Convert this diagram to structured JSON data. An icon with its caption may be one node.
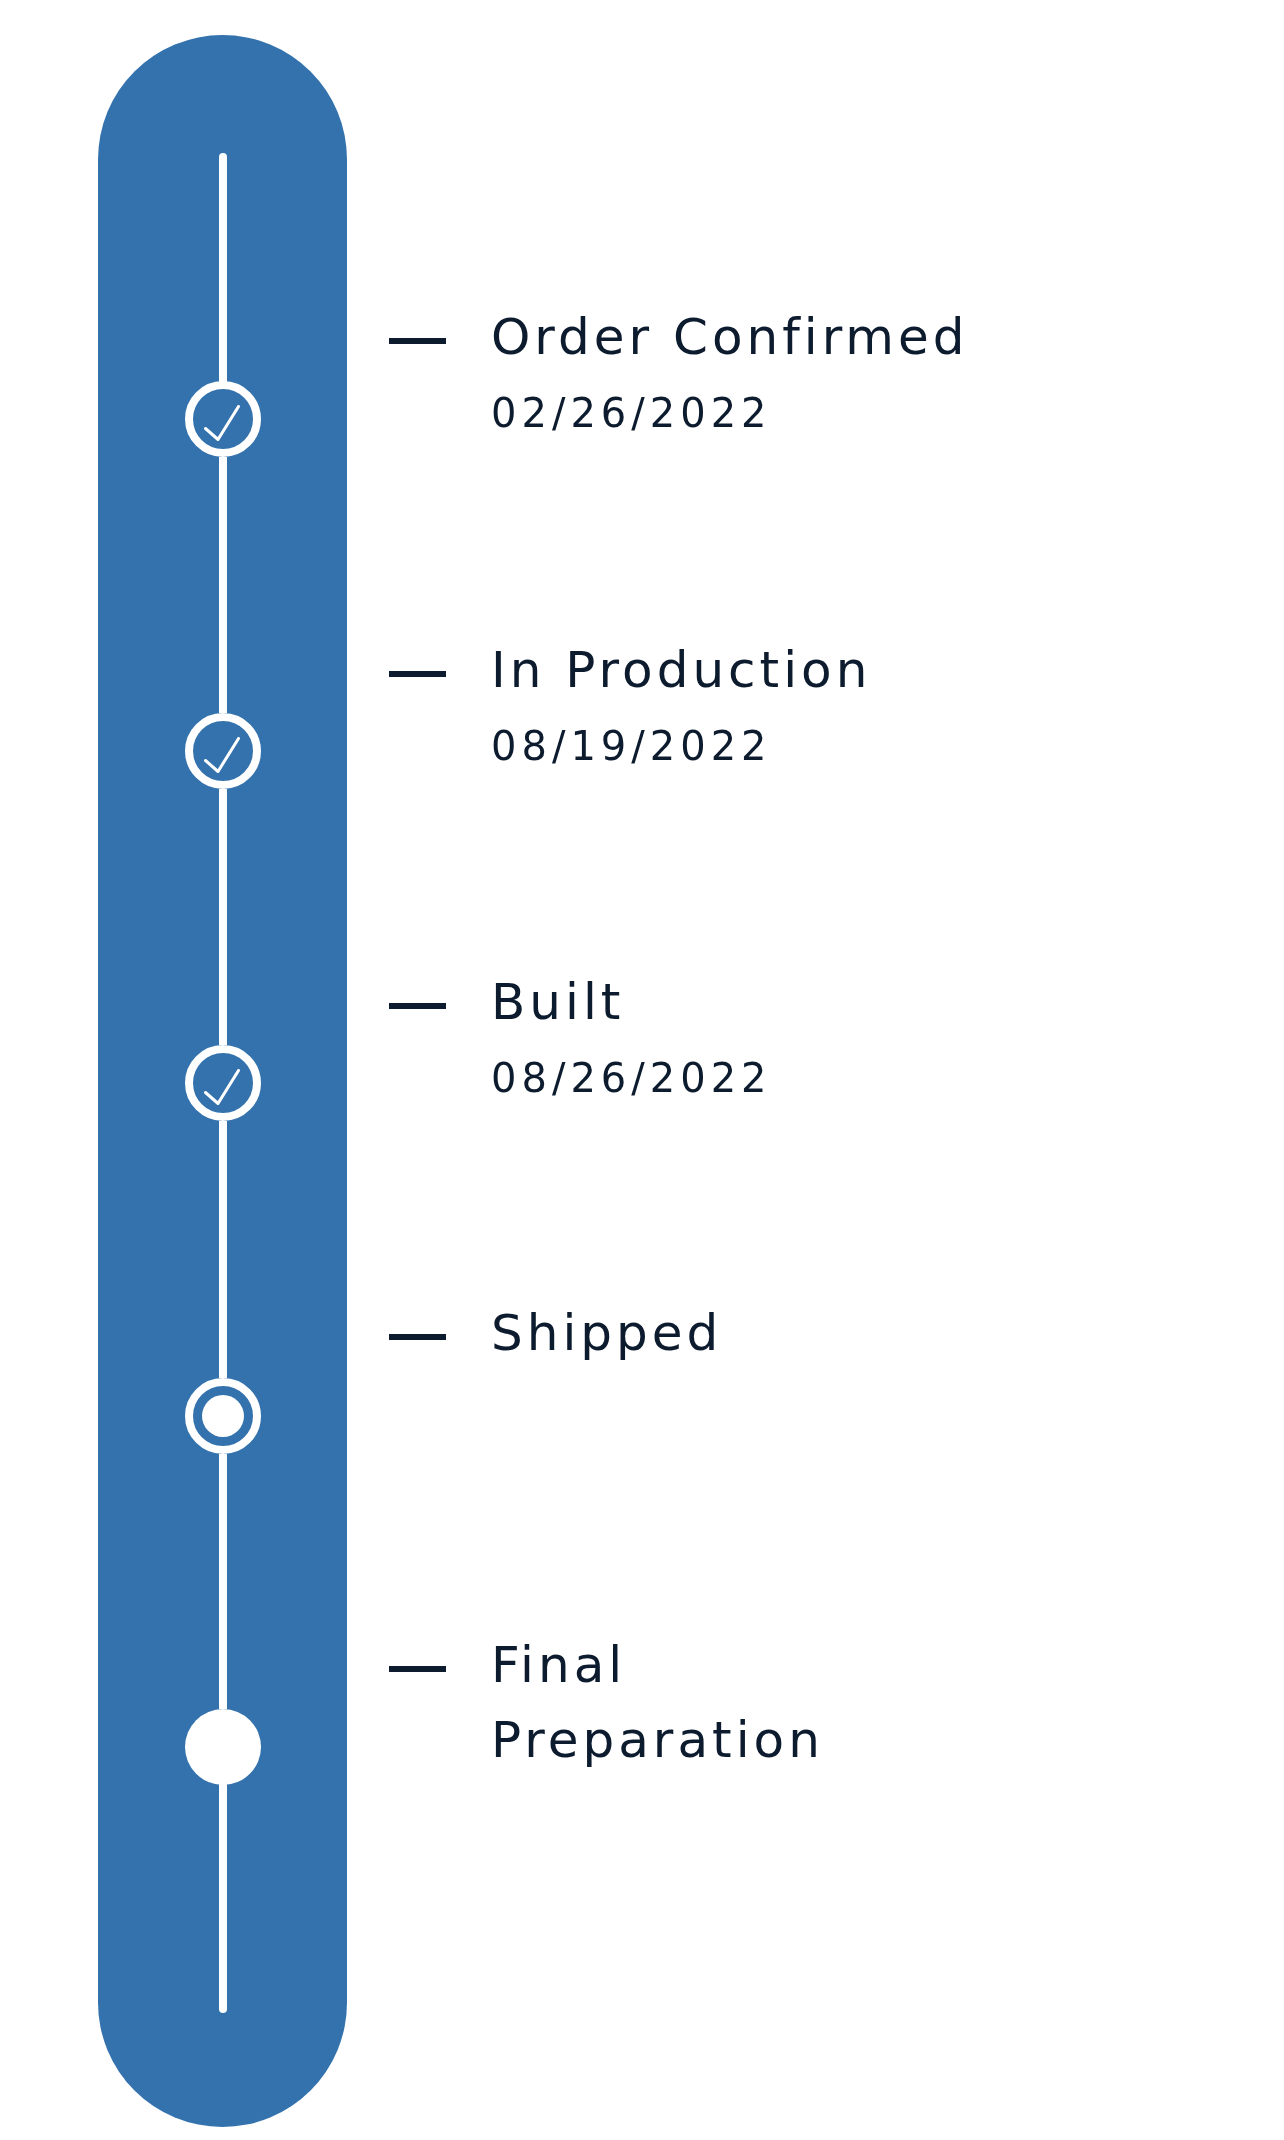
{
  "diagram": {
    "nodes": [
      {
        "text": [],
        "shape": "circle",
        "beside": [
          "Order Confirmed",
          "02/26/2022"
        ]
      },
      {
        "text": [],
        "shape": "circle",
        "beside": [
          "In Production",
          "08/19/2022"
        ]
      },
      {
        "text": [],
        "shape": "circle",
        "beside": [
          "Built",
          "08/26/2022"
        ]
      },
      {
        "text": [],
        "shape": "circle"
      },
      {
        "text": [],
        "shape": "circle"
      }
    ],
    "edges": [
      {
        "from": null,
        "to": 0,
        "arrow": "none"
      },
      {
        "from": 0,
        "to": 1,
        "arrow": "none"
      },
      {
        "from": 1,
        "to": 2,
        "arrow": "none"
      },
      {
        "from": 2,
        "to": 3,
        "arrow": "none"
      },
      {
        "from": 3,
        "to": 4,
        "arrow": "none"
      },
      {
        "from": 4,
        "to": null,
        "arrow": "none"
      }
    ],
    "labels": [
      "Shipped",
      "Final Preparation"
    ]
  }
}
